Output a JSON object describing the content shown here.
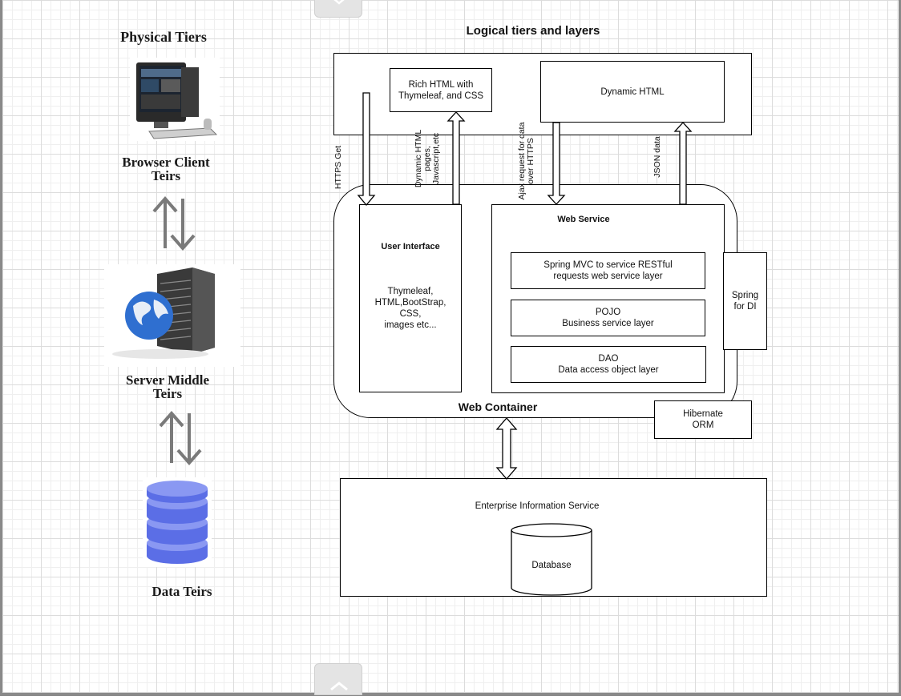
{
  "left_panel": {
    "physical_tiers_title": "Physical Tiers",
    "browser_client_label": "Browser Client\nTeirs",
    "server_middle_label": "Server Middle\nTeirs",
    "data_tiers_label": "Data Teirs"
  },
  "diagram": {
    "title": "Logical tiers and layers",
    "rich_html": "Rich  HTML with\nThymeleaf, and CSS",
    "dynamic_html": "Dynamic HTML",
    "https_get": "HTTPS Get",
    "dynamic_pages": "Dynamic HTML\npages,\nJavascript,etc",
    "ajax_request": "Ajax request for data\nover HTTPS",
    "json_data": "JSON data",
    "user_interface_title": "User Interface",
    "user_interface_body": "Thymeleaf,\nHTML,BootStrap,\nCSS,\nimages etc...",
    "web_service_title": "Web Service",
    "spring_mvc": "Spring MVC to service RESTful\nrequests web service layer",
    "pojo": "POJO\nBusiness service layer",
    "dao": "DAO\nData access object layer",
    "spring_di": "Spring\nfor DI",
    "web_container": "Web Container",
    "hibernate": "Hibernate\nORM",
    "eis": "Enterprise Information Service",
    "database": "Database"
  },
  "icons": [
    "desktop-computer-icon",
    "server-globe-icon",
    "database-stack-icon",
    "up-down-arrows-icon"
  ],
  "colors": {
    "database_blue": "#6a7bea",
    "arrow_gray": "#7a7a7a",
    "grid": "#dcdcdc"
  }
}
